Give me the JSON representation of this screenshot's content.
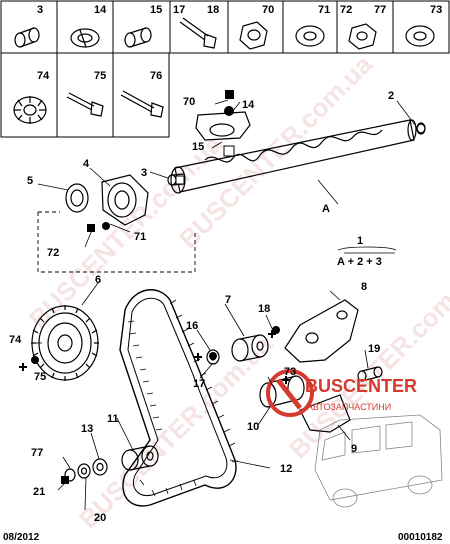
{
  "header_tiles": [
    {
      "number": "3"
    },
    {
      "number": "14"
    },
    {
      "number": "15"
    },
    {
      "number": "17"
    },
    {
      "number": "18"
    },
    {
      "number": "70"
    },
    {
      "number": "71"
    },
    {
      "number": "72"
    },
    {
      "number": "77"
    },
    {
      "number": "73"
    }
  ],
  "second_row_tiles": [
    {
      "number": "74"
    },
    {
      "number": "75"
    },
    {
      "number": "76"
    }
  ],
  "callouts": {
    "c1": "1",
    "c2": "2",
    "c3": "3",
    "c4": "4",
    "c5": "5",
    "c6": "6",
    "c7": "7",
    "c8": "8",
    "c9": "9",
    "c10": "10",
    "c11": "11",
    "c12": "12",
    "c13": "13",
    "c14": "14",
    "c15": "15",
    "c16": "16",
    "c17": "17",
    "c18": "18",
    "c19": "19",
    "c20": "20",
    "c21": "21",
    "c70": "70",
    "c71": "71",
    "c72": "72",
    "c73": "73",
    "c74": "74",
    "c75": "75",
    "c77": "77",
    "cA": "A"
  },
  "formula": "A + 2 + 3",
  "footer": {
    "date": "08/2012",
    "code": "00010182"
  },
  "logo": {
    "brand": "BUSCENTER",
    "tagline": "АВТОЗАПЧАСТИНИ",
    "watermark": "BUSCENTER.com.ua"
  },
  "colors": {
    "accent": "#d63a2f",
    "line": "#000000"
  }
}
